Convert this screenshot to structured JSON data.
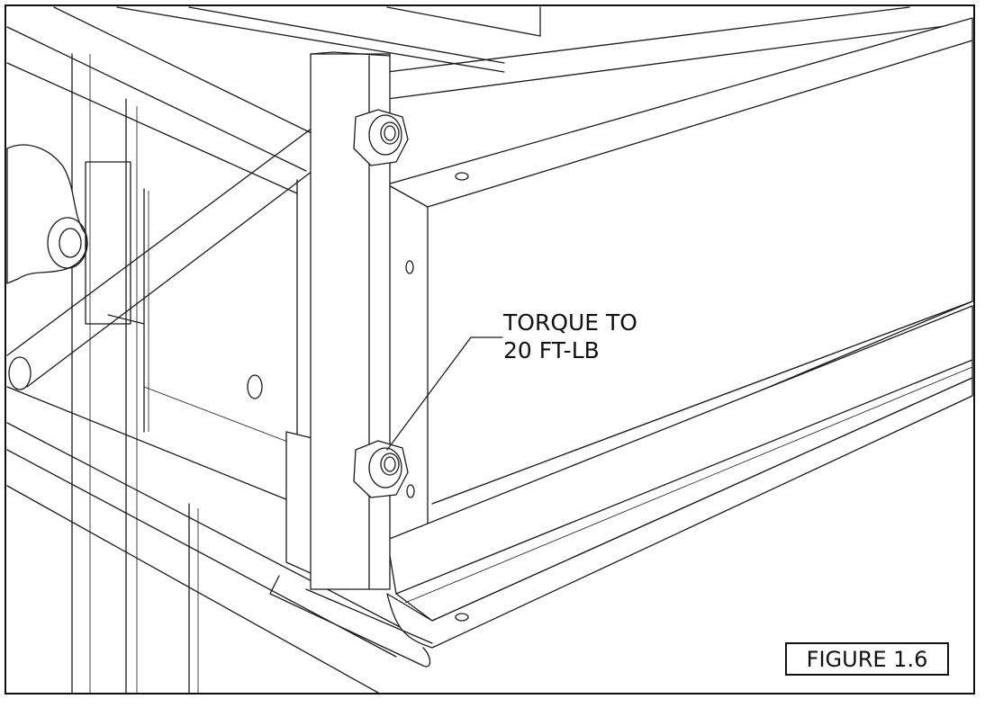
{
  "callout": {
    "line1": "TORQUE TO",
    "line2": "20 FT-LB"
  },
  "figure_label": "FIGURE 1.6"
}
